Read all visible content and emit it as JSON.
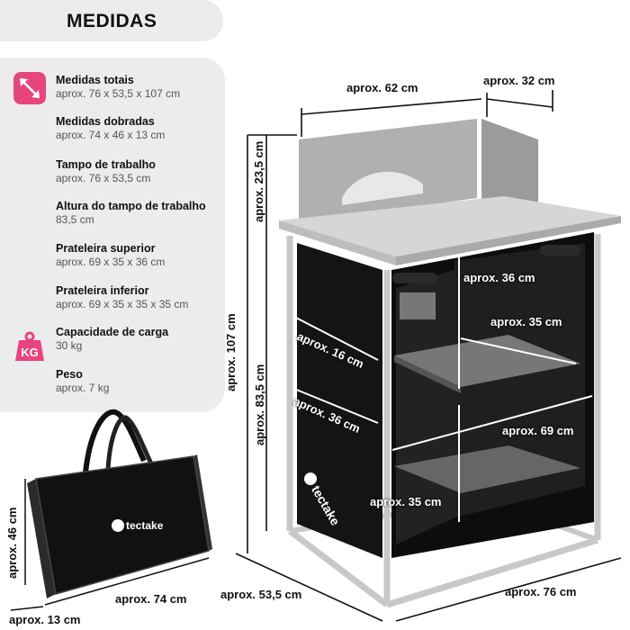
{
  "title": "MEDIDAS",
  "specs": [
    {
      "label": "Medidas totais",
      "value": "aprox. 76 x 53,5 x 107 cm"
    },
    {
      "label": "Medidas dobradas",
      "value": "aprox. 74 x 46 x 13 cm"
    },
    {
      "label": "Tampo de trabalho",
      "value": "aprox. 76 x 53,5 cm"
    },
    {
      "label": "Altura do tampo de trabalho",
      "value": "83,5 cm"
    },
    {
      "label": "Prateleira superior",
      "value": "aprox. 69 x 35 x 36 cm"
    },
    {
      "label": "Prateleira inferior",
      "value": "aprox. 69 x 35 x 35 x 35 cm"
    },
    {
      "label": "Capacidade de carga",
      "value": "30 kg"
    },
    {
      "label": "Peso",
      "value": "aprox. 7 kg"
    }
  ],
  "icons": {
    "dimensions": "diagonal-arrows-icon",
    "weight": "kg-weight-icon",
    "accent": "#e6457e"
  },
  "bag": {
    "brand": "tectake",
    "height": "aprox. 46 cm",
    "width": "aprox. 74 cm",
    "depth": "aprox. 13 cm"
  },
  "cabinet": {
    "brand": "tectake",
    "width_top": "aprox. 62 cm",
    "depth_top": "aprox. 32 cm",
    "windscreen_height": "aprox. 23,5 cm",
    "total_height": "aprox. 107 cm",
    "table_height": "aprox. 83,5 cm",
    "depth_bottom": "aprox. 53,5 cm",
    "width_bottom": "aprox. 76 cm",
    "upper_shelf_height": "aprox. 36 cm",
    "upper_shelf_depth": "aprox. 35 cm",
    "side_16": "aprox. 16 cm",
    "side_36": "aprox. 36 cm",
    "shelf_width": "aprox. 69 cm",
    "lower_shelf_depth": "aprox. 35 cm"
  }
}
